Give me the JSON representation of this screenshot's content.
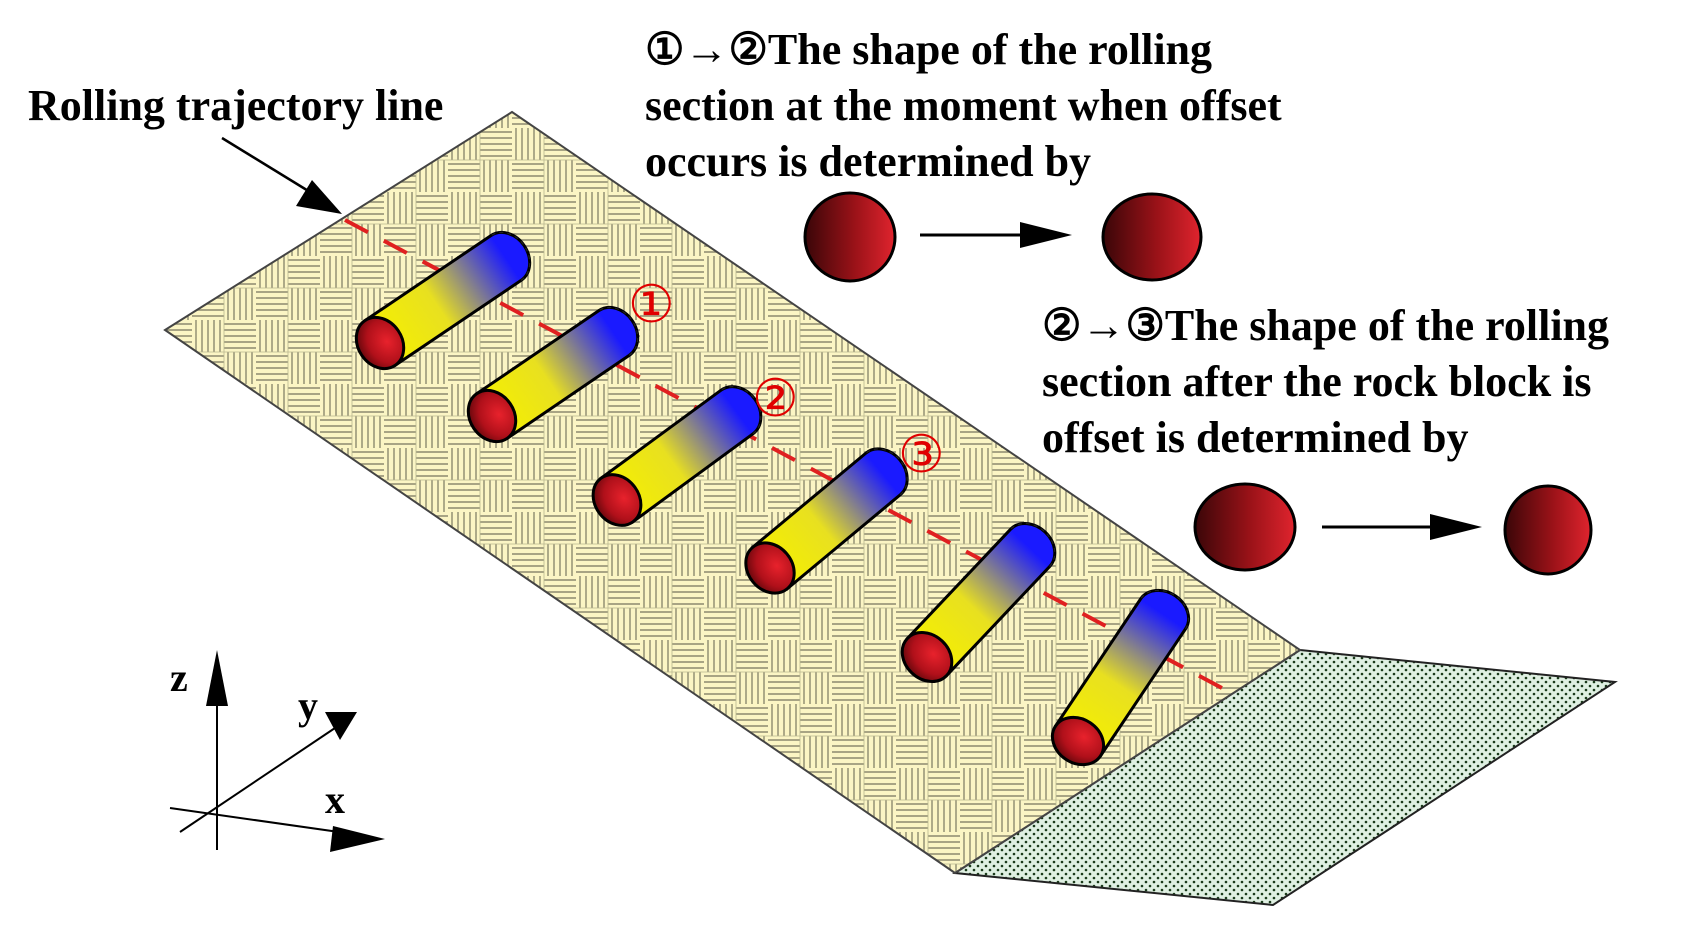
{
  "labels": {
    "trajectory": "Rolling trajectory line",
    "note1": [
      "①→②The shape of the rolling",
      "section at the moment when offset",
      "occurs is determined by"
    ],
    "note2": [
      "②→③The shape of the rolling",
      "section after the rock block is",
      "offset is determined by"
    ]
  },
  "markers": [
    "①",
    "②",
    "③"
  ],
  "axes": {
    "x": "x",
    "y": "y",
    "z": "z"
  },
  "colors": {
    "slope_fill": "#fbf5c4",
    "slope_hatch": "#8c8a6e",
    "ground_fill": "#dff0e2",
    "ground_dot": "#1a3a1a",
    "trajectory": "#e02020",
    "marker": "#e00000",
    "cylinder_top": "#1a1aff",
    "cylinder_bottom": "#f5f000",
    "rock_light": "#d81e28",
    "rock_dark": "#3a0608"
  }
}
